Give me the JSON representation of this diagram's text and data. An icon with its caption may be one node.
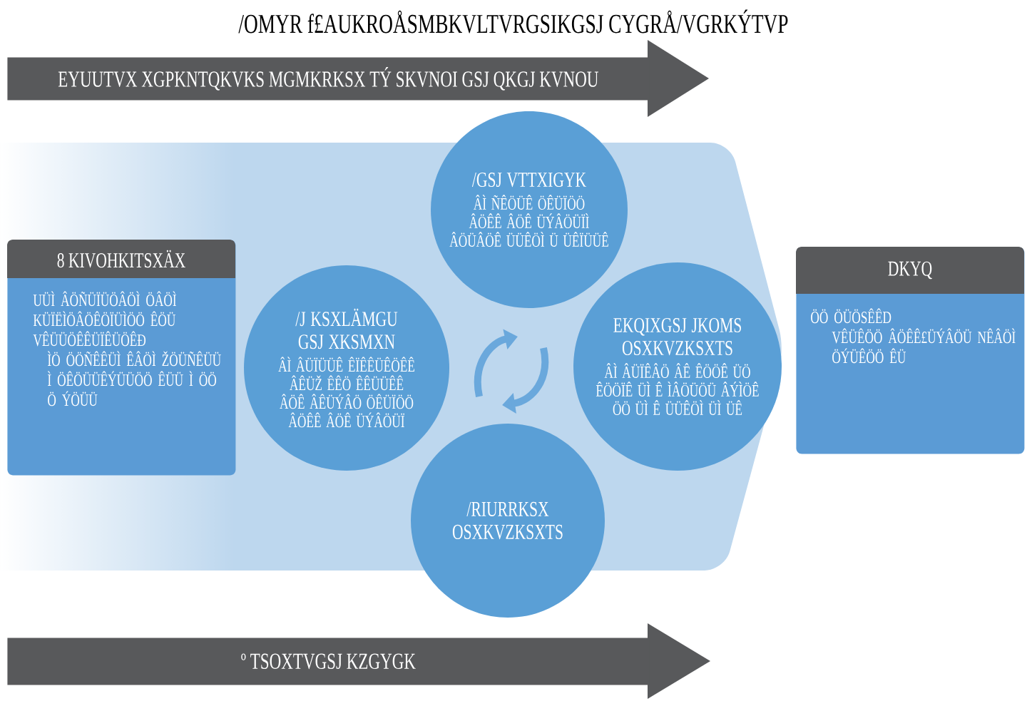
{
  "diagram": {
    "title": "/OMYR f£AUKROÅSMBKVLTVRGSIKGSJ CYGRÅ/VGRKÝTVP",
    "nodes": [
      {
        "text": [
          "EYUUTVX XGPKNTQKVKS MGMKRKSX TÝ SKVNOI GSJ QKGJ KVNOU"
        ]
      },
      {
        "text": [
          "/GSJ VTTXIGYK",
          "ÂÌ ÑÊÖÜÊ ÖÊÜÏÖÖ ÂÖÊÊ ÂÖÊ ÜÝÂÖÜÏÌ ÂÖÜÂÖÊ ÜÜÊÖÌ Ü ÜÊÏÜÜÊ"
        ]
      },
      {
        "text": [
          "8 KIVOHKITSXÄX",
          "UÜÌ ÂÖÑÜÏÜÖÂÖÌ ÖÂÖÌ KÜÏËÌÖÂÖÊÖÏÜÌÖÖ ÊÖÜ VÊÜÜÖÊÊÜÏÊÜÖÊÐ",
          "ÌÖ ÖÖÑÊÊÜÌ ÊÂÖÌ ŽÖÜÑÊÜÜ",
          "Ì ÖÊÖÜÜÊÝÜÜÖÖ ÊÜÜ Ì ÖÖ Ö ÝÖÜÜ"
        ]
      },
      {
        "text": [
          "/J KSXLÄMGU GSJ XKSMXN",
          "ÂÌ ÂÜÏÜÜÊ ÊÏÊÊÜÊÖÊÊ ÂÊÜŽ ÊÊÖ ÊÊÜÜÊÊ ÂÖÊ ÂÊÜÝÂÖ ÖÊÜÏÖÖ ÂÖÊÊ ÂÖÊ ÜÝÂÖÜÏ"
        ]
      },
      {
        "text": [
          "EKQIXGSJ JKOMS OSXKVZKSXTS",
          "ÂÌ ÂÜÏÊÂÖ ÂÊ ÊÖÖÊ ÜÖ ÊÖÖÏÊ ÜÌ Ê ÌÂÖÜÖÜ ÂÝÌÖÊ ÖÖ ÜÌ Ê ÜÜÊÖÌ ÜÌ ÜÊ"
        ]
      },
      {
        "text": [
          "DKYQ",
          "ÖÖ ÖÜÖSÊÊD",
          "VÊÜÊÖÖ ÂÖÊÊ£ÜÝÂÖÜ NÊÂÖÌ ÖÝÜÊÖÖ ÊÜ"
        ]
      },
      {
        "text": [
          "/RIURRKSX OSXKVZKSXTS"
        ]
      },
      {
        "text": [
          "º TSOXTVGSJ KZGYGK"
        ]
      }
    ]
  }
}
